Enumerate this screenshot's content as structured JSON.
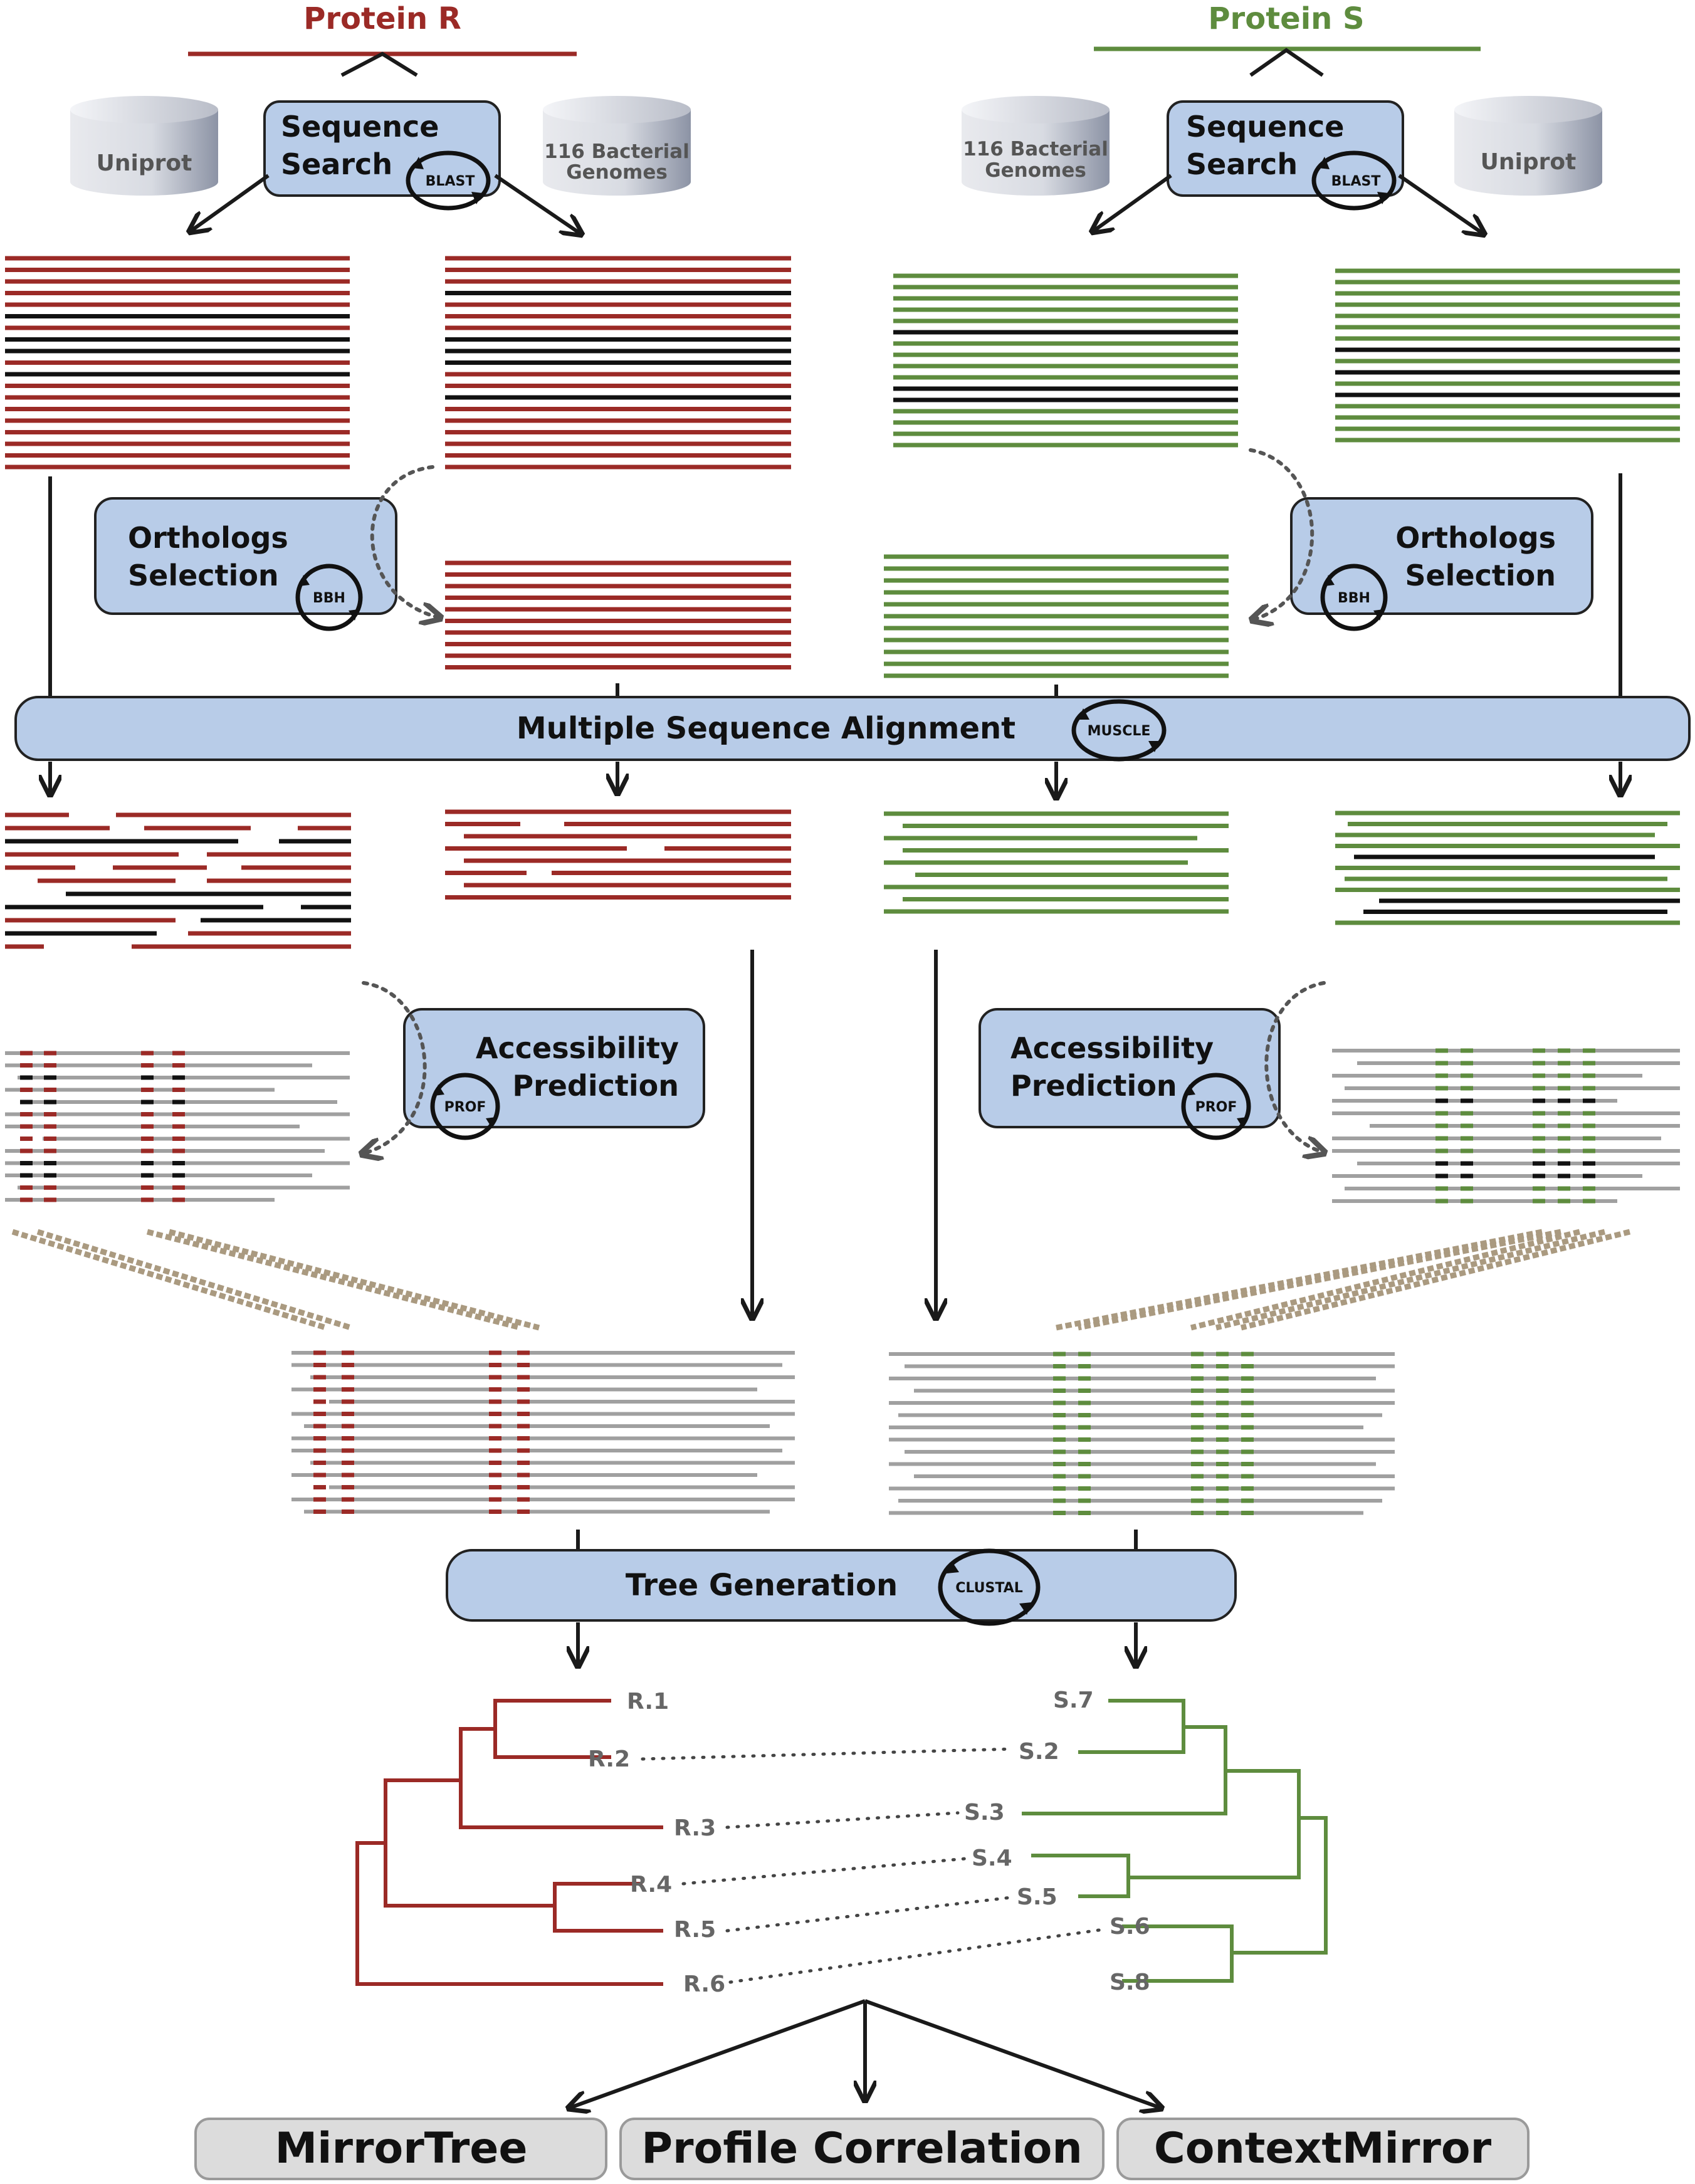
{
  "colors": {
    "protein_r": "#9b2a26",
    "protein_s": "#5e8c3e",
    "box_fill": "#b8cce8",
    "gap": "#a0a0a0",
    "conn": "#aa9a80",
    "output_fill": "#dcdcdc"
  },
  "protein_r": {
    "title": "Protein R"
  },
  "protein_s": {
    "title": "Protein S"
  },
  "databases": {
    "uniprot": "Uniprot",
    "genomes_line1": "116 Bacterial",
    "genomes_line2": "Genomes"
  },
  "steps": {
    "sequence_search": {
      "line1": "Sequence",
      "line2": "Search",
      "tool": "BLAST"
    },
    "orthologs": {
      "line1": "Orthologs",
      "line2": "Selection",
      "tool": "BBH"
    },
    "msa": {
      "label": "Multiple Sequence Alignment",
      "tool": "MUSCLE"
    },
    "accessibility": {
      "line1": "Accessibility",
      "line2": "Prediction",
      "tool": "PROF"
    },
    "tree": {
      "label": "Tree Generation",
      "tool": "CLUSTAL"
    }
  },
  "tree_r_leaves": [
    "R.1",
    "R.2",
    "R.3",
    "R.4",
    "R.5",
    "R.6"
  ],
  "tree_s_leaves": [
    "S.7",
    "S.2",
    "S.3",
    "S.4",
    "S.5",
    "S.6",
    "S.8"
  ],
  "outputs": [
    "MirrorTree",
    "Profile Correlation",
    "ContextMirror"
  ]
}
